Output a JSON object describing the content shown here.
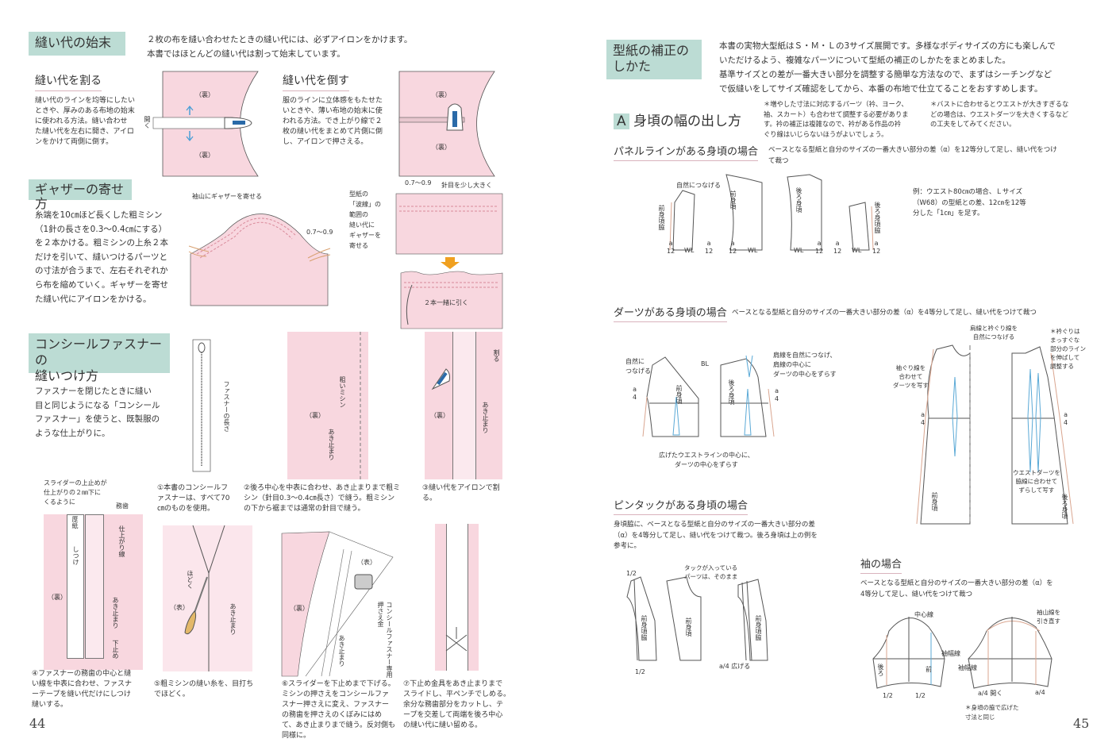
{
  "left": {
    "page_number": "44",
    "finishing": {
      "title": "縫い代の始末",
      "intro": "２枚の布を縫い合わせたときの縫い代には、必ずアイロンをかけます。\n本書ではほとんどの縫い代は割って始末しています。",
      "split": {
        "title": "縫い代を割る",
        "body": "縫い代のラインを均等にしたい\nときや、厚みのある布地の始末\nに使われる方法。縫い合わせ\nた縫い代を左右に開き、アイロ\nンをかけて両側に倒す。",
        "labels": {
          "top": "（裏）",
          "bottom": "（裏）",
          "open": "開く"
        }
      },
      "fold": {
        "title": "縫い代を倒す",
        "body": "服のラインに立体感をもたせた\nいときや、薄い布地の始末に使\nわれる方法。でき上がり線で２\n枚の縫い代をまとめて片側に倒\nし、アイロンで押さえる。",
        "labels": {
          "top": "（裏）",
          "bottom": "（裏）"
        }
      }
    },
    "gather": {
      "title": "ギャザーの寄せ方",
      "body": "糸端を10㎝ほど長くした粗ミシン\n（1針の長さを0.3〜0.4㎝にする）\nを２本かける。粗ミシンの上糸２本\nだけを引いて、縫いつけるパーツと\nの寸法が合うまで、左右それぞれか\nら布を縮めていく。ギャザーを寄せ\nた縫い代にアイロンをかける。",
      "sleeve_label": "袖山にギャザーを寄せる",
      "sleeve_measure": "0.7〜0.9",
      "pattern_note": "型紙の\n「波線」の\n範囲の\n縫い代に\nギャザーを\n寄せる",
      "rect_measure": "0.7〜0.9",
      "stitch_note": "針目を少し大きく",
      "pull_note": "２本一緒に引く"
    },
    "zipper": {
      "title": "コンシールファスナーの\n縫いつけ方",
      "body": "ファスナーを閉じたときに縫い\n目と同じようになる「コンシール\nファスナー」を使うと、既製服の\nような仕上がりに。",
      "length_label": "ファスナーの長さ",
      "basting_label": "粗いミシン",
      "stop_label": "あき止まり",
      "ura": "（裏）",
      "omote": "（表）",
      "split_label": "割る",
      "slider_note": "スライダーの上止めが\n仕上がりの２㎜下に\nくるように",
      "teeth_label": "務歯",
      "cardboard_label": "厚紙",
      "finish_line_label": "仕上がり線",
      "baste_label": "しつけ",
      "bottom_stop_label": "下止め",
      "unpick_label": "ほどく",
      "presser_label": "コンシールファスナー専用押さえ金",
      "steps": [
        "①本書のコンシールフ\nァスナーは、すべて70\n㎝のものを使用。",
        "②後ろ中心を中表に合わせ、あき止まりまで粗ミ\nシン（針目0.3〜0.4㎝長さ）で縫う。粗ミシン\nの下から裾までは通常の針目で縫う。",
        "③縫い代をアイロンで割\nる。",
        "④ファスナーの務歯の中心と縫\nい線を中表に合わせ、ファスナ\nーテープを縫い代だけにしつけ\n縫いする。",
        "⑤粗ミシンの縫い糸を、目打ち\nでほどく。",
        "⑥スライダーを下止めまで下げる。\nミシンの押さえをコンシールファ\nスナー押さえに変え、ファスナー\nの務歯を押さえのくぼみにはめ\nて、あき止まりまで縫う。反対側も\n同様に。",
        "⑦下止め金具をあき止まりまで\nスライドし、平ペンチでしめる。\n余分な務歯部分をカットし、テ\nープを交差して両端を後ろ中心\nの縫い代に縫い留める。"
      ]
    }
  },
  "right": {
    "page_number": "45",
    "title": "型紙の補正の\nしかた",
    "intro": "本書の実物大型紙はＳ・Ｍ・Ｌの3サイズ展開です。多様なボディサイズの方にも楽しんで\nいただけるよう、複雑なパーツについて型紙の補正のしかたをまとめました。\n基準サイズとの差が一番大きい部分を調整する簡単な方法なので、まずはシーチングなど\nで仮縫いをしてサイズ確認をしてから、本番の布地で仕立てることをおすすめします。",
    "section_a": {
      "letter": "A",
      "title": "身頃の幅の出し方",
      "note1": "＊増やした寸法に対応するパーツ（衿、ヨーク、\n袖、スカート）も合わせて調整する必要がありま\nす。衿の補正は複雑なので、衿がある作品の衿\nぐり線はいじらないほうがよいでしょう。",
      "note2": "＊バストに合わせるとウエストが大きすぎるな\nどの場合は、ウエストダーツを大きくするなど\nの工夫をしてみてください。"
    },
    "panel": {
      "title": "パネルラインがある身頃の場合",
      "desc": "ベースとなる型紙と自分のサイズの一番大きい部分の差（α）を12等分して足し、縫い代をつけ\nて裁つ",
      "example": "例：ウエスト80㎝の場合、Ｌサイズ\n（W68）の型紙との差、12㎝を12等\n分した「1㎝」を足す。",
      "natural": "自然につなげる",
      "pieces": [
        "前身頃脇",
        "前身頃",
        "後ろ身頃",
        "後ろ身頃脇"
      ],
      "wl": "WL",
      "alpha": "a",
      "twelve": "12"
    },
    "darts": {
      "title": "ダーツがある身頃の場合",
      "desc": "ベースとなる型紙と自分のサイズの一番大きい部分の差（α）を4等分して足し、縫い代をつけて裁つ",
      "natural": "自然に\nつなげる",
      "bl": "BL",
      "shoulder_note": "肩線を自然につなげ、\n肩線の中心に\nダーツの中心をずらす",
      "waist_note": "広げたウエストラインの中心に、\nダーツの中心をずらす",
      "front": "前身頃",
      "back": "後ろ身頃",
      "neck_note": "肩線と衿ぐり線を\n自然につなげる",
      "neck_star": "＊衿ぐりは\nまっすぐな\n部分のライン\nを伸ばして\n調整する",
      "armhole_note": "袖ぐり線を\n合わせて\nダーツを写す",
      "waist_dart_note": "ウエストダーツを\n脇線に合わせて\nずらして写す",
      "alpha": "a",
      "four": "4"
    },
    "pintuck": {
      "title": "ピンタックがある身頃の場合",
      "body": "身頃脇に、ベースとなる型紙と自分のサイズの一番大きい部分の差\n（α）を4等分して足し、縫い代をつけて裁つ。後ろ身頃は上の例を\n参考に。",
      "tuck_note": "タックが入っている\nパーツは、そのまま",
      "half": "1/2",
      "side": "前身頃脇",
      "front": "前身頃",
      "widen": "広げる"
    },
    "sleeve": {
      "title": "袖の場合",
      "body": "ベースとなる型紙と自分のサイズの一番大きい部分の差（α）を\n4等分して足し、縫い代をつけて裁つ",
      "center": "中心線",
      "width_line": "袖幅線",
      "cap_note": "袖山線を\n引き直す",
      "back": "後ろ",
      "front": "前",
      "open": "開く",
      "star": "＊身頃の脇で広げた\n寸法と同じ",
      "half": "1/2"
    }
  },
  "colors": {
    "accent_box": "#bcdcd4",
    "fabric_pink": "#f8d7df",
    "dart_blue": "#5aa9d6",
    "arrow_orange": "#f0a020"
  }
}
